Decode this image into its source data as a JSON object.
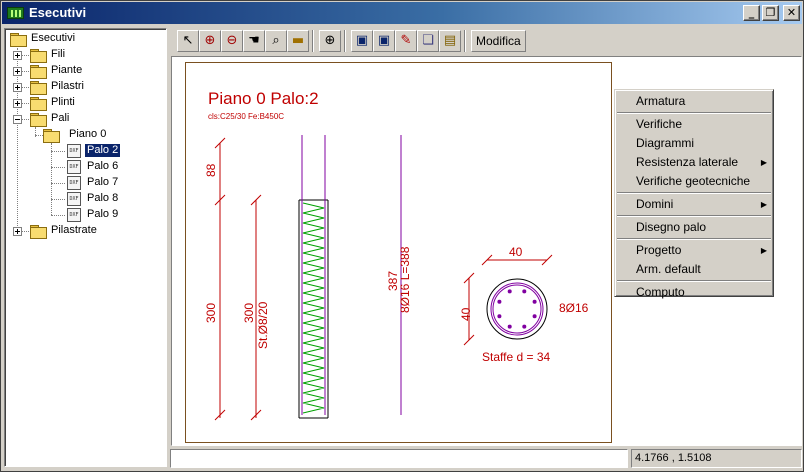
{
  "window": {
    "title": "Esecutivi",
    "minimize_glyph": "_",
    "restore_glyph": "❐",
    "close_glyph": "✕"
  },
  "tree": {
    "root": "Esecutivi",
    "items": {
      "fili": "Fili",
      "piante": "Piante",
      "pilastri": "Pilastri",
      "plinti": "Plinti",
      "pali": "Pali",
      "piano0": "Piano 0",
      "palo2": "Palo 2",
      "palo6": "Palo 6",
      "palo7": "Palo 7",
      "palo8": "Palo 8",
      "palo9": "Palo 9",
      "pilastrate": "Pilastrate"
    },
    "file_icon_text": "DXF",
    "selected": "Palo 2"
  },
  "toolbar": {
    "icons": [
      "pointer-icon",
      "zoom-in-icon",
      "zoom-out-icon",
      "pan-hand-icon",
      "zoom-window-icon",
      "measure-icon",
      "zoom-extents-icon",
      "save-icon",
      "save-as-icon",
      "tools-icon",
      "copy-icon",
      "paste-icon"
    ],
    "modifica_label": "Modifica"
  },
  "drawing": {
    "title": "Piano 0 Palo:2",
    "subtitle": "cls:C25/30 Fe:B450C",
    "dim_88": "88",
    "dim_300_left": "300",
    "dim_300_mid": "300",
    "stirrups_label": "St.Ø8/20",
    "dim_387": "387",
    "bars_label": "8Ø16 L=388",
    "section_width": "40",
    "section_height": "40",
    "section_bars": "8Ø16",
    "stirrup_diameter": "Staffe d = 34",
    "line_color": "#c00000",
    "rebar_color": "#8000a0",
    "stirrup_color": "#00a000"
  },
  "context_menu": {
    "items": {
      "armatura": "Armatura",
      "verifiche": "Verifiche",
      "diagrammi": "Diagrammi",
      "resistenza": "Resistenza laterale",
      "verifiche_geo": "Verifiche geotecniche",
      "domini": "Domini",
      "disegno": "Disegno palo",
      "progetto": "Progetto",
      "arm_default": "Arm. default",
      "computo": "Computo"
    },
    "submenu_arrow": "▶"
  },
  "status": {
    "message": "",
    "coords": "4.1766 , 1.5108"
  }
}
